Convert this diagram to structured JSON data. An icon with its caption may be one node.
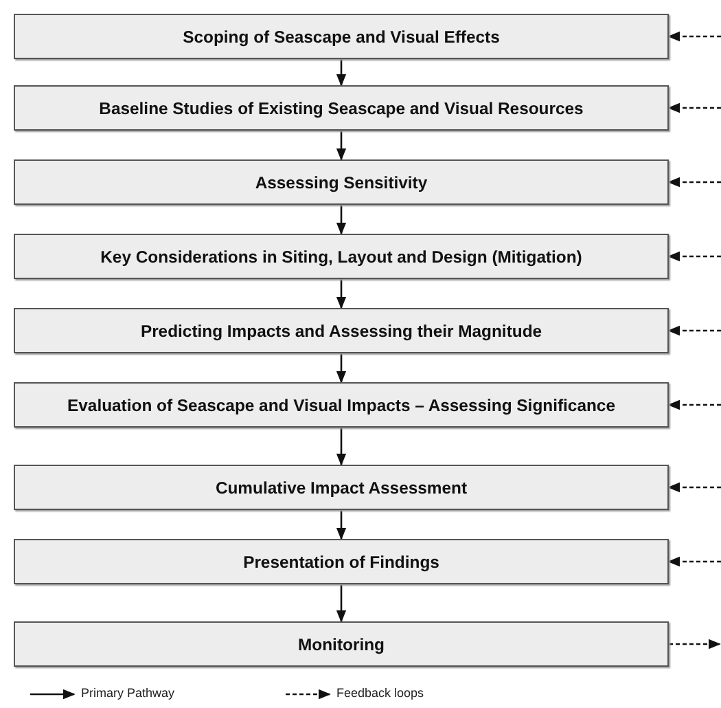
{
  "diagram": {
    "nodes": [
      {
        "text": [
          "Scoping of Seascape and Visual Effects"
        ]
      },
      {
        "text": [
          "Baseline Studies of Existing Seascape and Visual Resources"
        ]
      },
      {
        "text": [
          "Assessing Sensitivity"
        ]
      },
      {
        "text": [
          "Key Considerations in Siting, Layout and Design (Mitigation)"
        ]
      },
      {
        "text": [
          "Predicting Impacts and Assessing their Magnitude"
        ]
      },
      {
        "text": [
          "Evaluation of Seascape and Visual Impacts – Assessing Significance"
        ]
      },
      {
        "text": [
          "Cumulative Impact Assessment"
        ]
      },
      {
        "text": [
          "Presentation of Findings"
        ]
      },
      {
        "text": [
          "Monitoring"
        ]
      }
    ],
    "edges": [
      {
        "from": 0,
        "to": 1,
        "arrow": "to"
      },
      {
        "from": 1,
        "to": 2,
        "arrow": "to"
      },
      {
        "from": 2,
        "to": 3,
        "arrow": "to"
      },
      {
        "from": 3,
        "to": 4,
        "arrow": "to"
      },
      {
        "from": 4,
        "to": 5,
        "arrow": "to"
      },
      {
        "from": 5,
        "to": 6,
        "arrow": "to"
      },
      {
        "from": 6,
        "to": 7,
        "arrow": "to"
      },
      {
        "from": 7,
        "to": 8,
        "arrow": "to"
      },
      {
        "from": null,
        "to": 0,
        "arrow": "to",
        "style": "dashed"
      },
      {
        "from": null,
        "to": 1,
        "arrow": "to",
        "style": "dashed"
      },
      {
        "from": null,
        "to": 2,
        "arrow": "to",
        "style": "dashed"
      },
      {
        "from": null,
        "to": 3,
        "arrow": "to",
        "style": "dashed"
      },
      {
        "from": null,
        "to": 4,
        "arrow": "to",
        "style": "dashed"
      },
      {
        "from": null,
        "to": 5,
        "arrow": "to",
        "style": "dashed"
      },
      {
        "from": null,
        "to": 6,
        "arrow": "to",
        "style": "dashed"
      },
      {
        "from": null,
        "to": 7,
        "arrow": "to",
        "style": "dashed"
      },
      {
        "from": 8,
        "to": null,
        "arrow": "to",
        "style": "dashed"
      }
    ],
    "legend": [
      {
        "text": "Primary Pathway"
      },
      {
        "text": "Feedback loops"
      }
    ]
  }
}
